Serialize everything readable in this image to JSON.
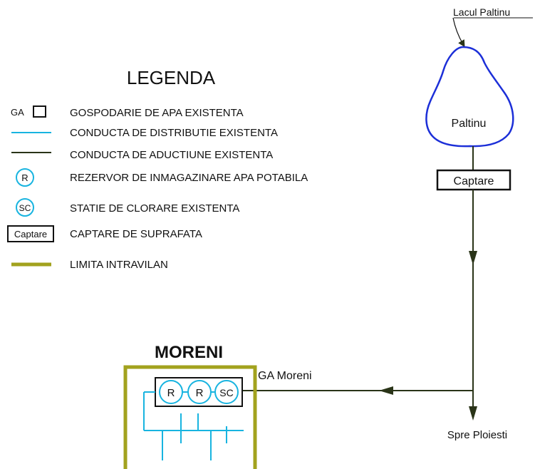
{
  "legend": {
    "title": "LEGENDA",
    "items": [
      {
        "symbol_text": "GA",
        "label": "GOSPODARIE DE APA EXISTENTA"
      },
      {
        "symbol_text": "",
        "label": "CONDUCTA DE DISTRIBUTIE EXISTENTA"
      },
      {
        "symbol_text": "",
        "label": "CONDUCTA DE ADUCTIUNE EXISTENTA"
      },
      {
        "symbol_text": "R",
        "label": "REZERVOR DE INMAGAZINARE APA POTABILA"
      },
      {
        "symbol_text": "SC",
        "label": "STATIE DE CLORARE EXISTENTA"
      },
      {
        "symbol_text": "Captare",
        "label": "CAPTARE DE SUPRAFATA"
      },
      {
        "symbol_text": "",
        "label": "LIMITA INTRAVILAN"
      }
    ]
  },
  "diagram": {
    "lake_label": "Lacul Paltinu",
    "lake_name": "Paltinu",
    "intake_label": "Captare",
    "destination_label": "Spre Ploiesti",
    "town_name": "MORENI",
    "ga_label": "GA Moreni",
    "reservoir_1": "R",
    "reservoir_2": "R",
    "chlorination": "SC"
  },
  "colors": {
    "distribution": "#18b4e0",
    "adduction": "#2a3418",
    "intravilan": "#a2a21e",
    "lake": "#1c2fd8",
    "text": "#111111"
  }
}
